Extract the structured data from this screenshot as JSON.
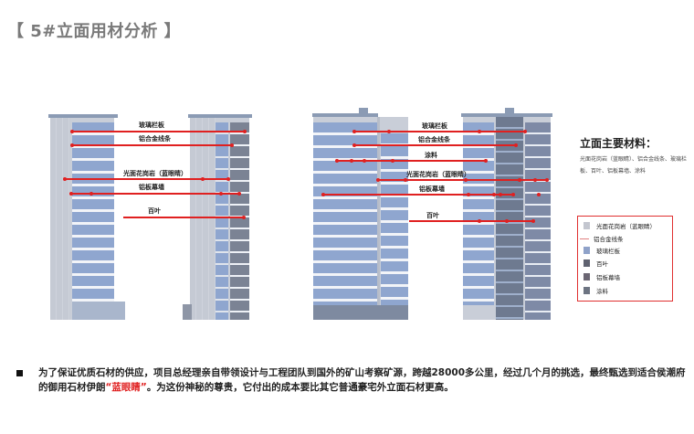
{
  "page": {
    "title": "【 5#立面用材分析 】"
  },
  "left_elevation": {
    "labels": [
      "玻璃栏板",
      "铝合金线条",
      "光面花岗岩（蓝眼睛）",
      "铝板幕墙",
      "百叶"
    ]
  },
  "right_elevation": {
    "labels": [
      "玻璃栏板",
      "铝合金线条",
      "涂料",
      "光面花岗岩（蓝眼睛）",
      "铝板幕墙",
      "百叶"
    ]
  },
  "materials_summary": {
    "title": "立面主要材料：",
    "description": "光面花岗岩（蓝眼睛）、铝合金线条、玻璃栏板、百叶、铝板幕墙、涂料"
  },
  "legend": {
    "border_color": "#e03030",
    "items": [
      {
        "label": "光面花岗岩（蓝眼睛）",
        "swatch": "#c3c6cf",
        "type": "box"
      },
      {
        "label": "铝合金线条",
        "swatch": "#e08080",
        "type": "line"
      },
      {
        "label": "玻璃栏板",
        "swatch": "#8fa2c9",
        "type": "box"
      },
      {
        "label": "百叶",
        "swatch": "#5f6270",
        "type": "box"
      },
      {
        "label": "铝板幕墙",
        "swatch": "#6b6673",
        "type": "box"
      },
      {
        "label": "涂料",
        "swatch": "#6d7482",
        "type": "box"
      }
    ]
  },
  "description": {
    "part1": "为了保证优质石材的供应，项目总经理亲自带领设计与工程团队到国外的矿山考察矿源，跨越28000多公里，经过几个月的挑选，最终甄选到适合侯潮府的御用石材伊朗",
    "highlight": "“蓝眼睛”",
    "part2": "。为这份神秘的尊贵，它付出的成本要比其它普通豪宅外立面石材更高。",
    "highlight_color": "#e02020"
  }
}
